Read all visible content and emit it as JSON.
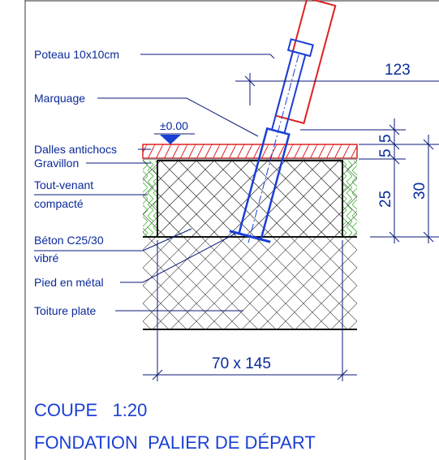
{
  "labels": {
    "poteau": "Poteau 10x10cm",
    "marquage": "Marquage",
    "level": "±0.00",
    "dalles": "Dalles antichocs",
    "gravillon": "Gravillon",
    "tout_venant_1": "Tout-venant",
    "tout_venant_2": "compacté",
    "beton_1": "Béton C25/30",
    "beton_2": "vibré",
    "pied": "Pied en métal",
    "toiture": "Toiture plate"
  },
  "dimensions": {
    "top": "123",
    "d5a": "5",
    "d5b": "5",
    "d25": "25",
    "d30": "30",
    "base": "70 x 145"
  },
  "title": {
    "line1": "COUPE   1:20",
    "line2": "FONDATION  PALIER DE DÉPART"
  },
  "colors": {
    "line": "#0a1a7a",
    "blue": "#1a3fd6",
    "red": "#e02020",
    "green": "#3bbf2a"
  }
}
